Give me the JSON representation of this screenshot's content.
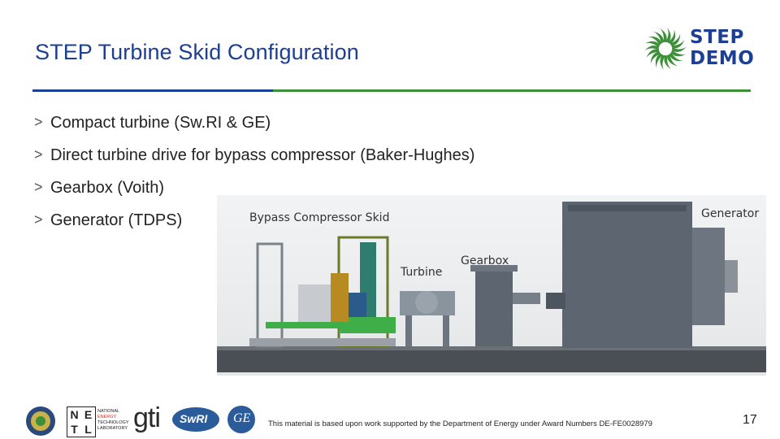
{
  "slide": {
    "title": "STEP Turbine Skid Configuration",
    "page_number": "17",
    "footer_note": "This material is based upon work supported by the Department of Energy under Award Numbers DE-FE0028979"
  },
  "brand_logo": {
    "line1": "STEP",
    "line2": "DEMO",
    "color_blue": "#1c3f94",
    "color_green": "#3d8f3a"
  },
  "bullets": [
    {
      "marker": ">",
      "text": "Compact turbine (Sw.RI & GE)"
    },
    {
      "marker": ">",
      "text": "Direct turbine drive for bypass compressor (Baker-Hughes)"
    },
    {
      "marker": ">",
      "text": "Gearbox (Voith)"
    },
    {
      "marker": ">",
      "text": "Generator (TDPS)"
    }
  ],
  "figure": {
    "labels": {
      "bypass": "Bypass Compressor Skid",
      "turbine": "Turbine",
      "gearbox": "Gearbox",
      "generator": "Generator"
    }
  },
  "partner_logos": {
    "netl": [
      "N",
      "E",
      "T",
      "L"
    ],
    "netl_caption": [
      "NATIONAL",
      "ENERGY",
      "TECHNOLOGY",
      "LABORATORY"
    ],
    "gti": "gti",
    "swri": "SwRI",
    "ge": "GE"
  }
}
